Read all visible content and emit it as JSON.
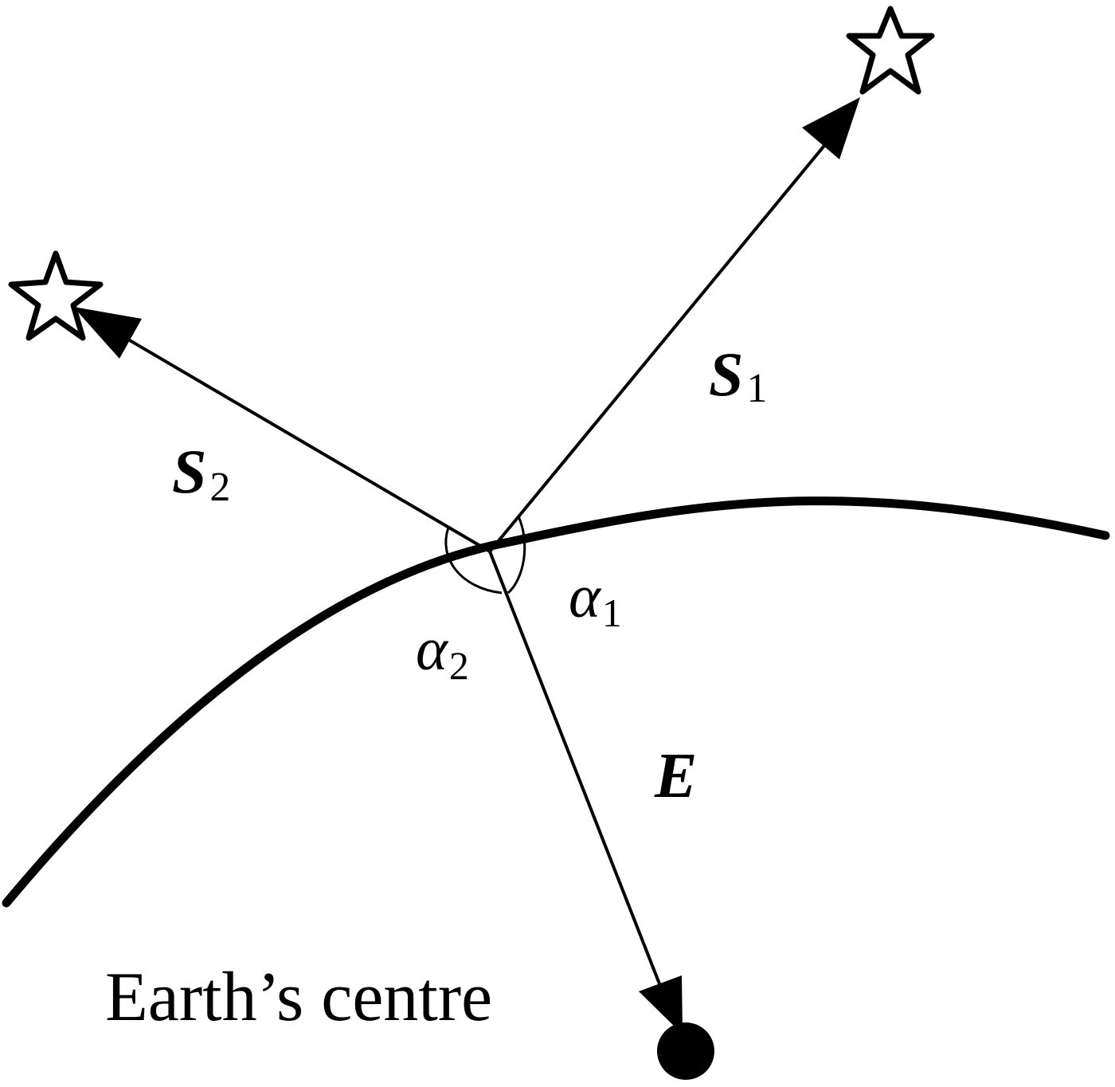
{
  "labels": {
    "s1": {
      "main": "S",
      "sub": "1"
    },
    "s2": {
      "main": "S",
      "sub": "2"
    },
    "e": {
      "main": "E"
    },
    "alpha1": {
      "main": "α",
      "sub": "1"
    },
    "alpha2": {
      "main": "α",
      "sub": "2"
    },
    "earth_centre": "Earth’s centre"
  },
  "colors": {
    "ink": "#000000",
    "background": "#ffffff"
  }
}
